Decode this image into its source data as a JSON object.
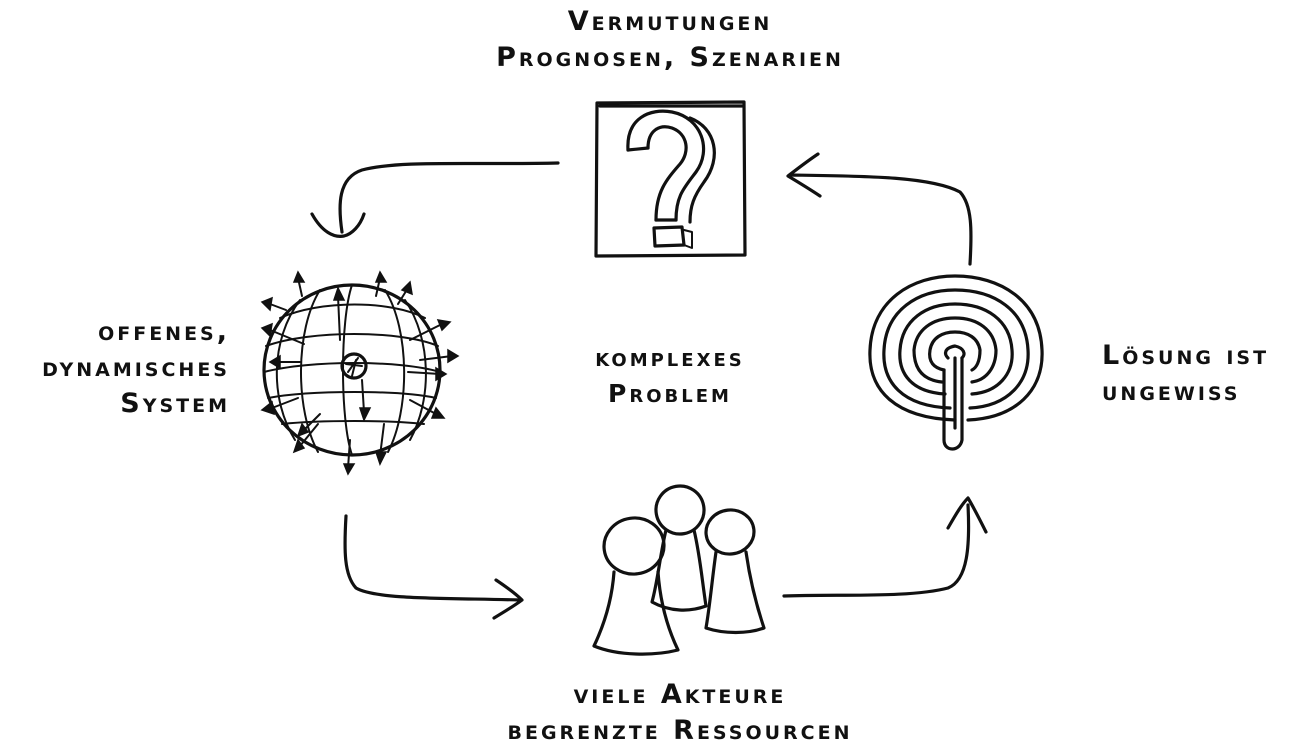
{
  "diagram": {
    "center": {
      "line1": "komplexes",
      "line2": "Problem"
    },
    "top": {
      "line1": "Vermutungen",
      "line2": "Prognosen, Szenarien"
    },
    "left": {
      "line1": "offenes,",
      "line2": "dynamisches",
      "line3": "System"
    },
    "right": {
      "line1": "Lösung ist",
      "line2": "ungewiss"
    },
    "bottom": {
      "line1": "viele Akteure",
      "line2": "begrenzte Ressourcen"
    },
    "icons": {
      "top": "question-mark-icon",
      "left": "globe-icon",
      "right": "labyrinth-icon",
      "bottom": "people-icon"
    },
    "ink_color": "#111111"
  }
}
